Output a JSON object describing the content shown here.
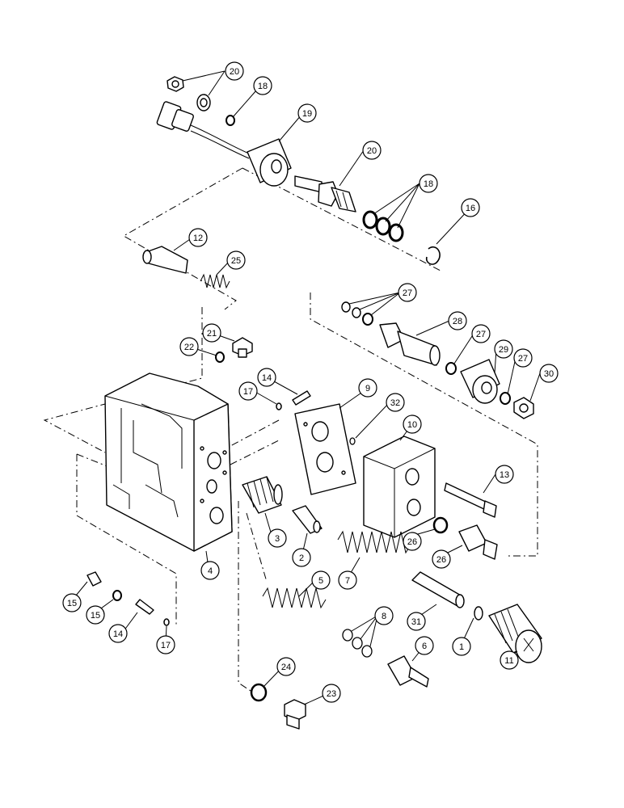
{
  "diagram": {
    "colors": {
      "line": "#000000",
      "background": "#ffffff"
    },
    "callouts": [
      {
        "id": "c20a",
        "label": "20"
      },
      {
        "id": "c18a",
        "label": "18"
      },
      {
        "id": "c19",
        "label": "19"
      },
      {
        "id": "c20b",
        "label": "20"
      },
      {
        "id": "c18b",
        "label": "18"
      },
      {
        "id": "c16",
        "label": "16"
      },
      {
        "id": "c12",
        "label": "12"
      },
      {
        "id": "c25",
        "label": "25"
      },
      {
        "id": "c27a",
        "label": "27"
      },
      {
        "id": "c28",
        "label": "28"
      },
      {
        "id": "c27b",
        "label": "27"
      },
      {
        "id": "c29",
        "label": "29"
      },
      {
        "id": "c27c",
        "label": "27"
      },
      {
        "id": "c30",
        "label": "30"
      },
      {
        "id": "c21",
        "label": "21"
      },
      {
        "id": "c22",
        "label": "22"
      },
      {
        "id": "c14a",
        "label": "14"
      },
      {
        "id": "c17a",
        "label": "17"
      },
      {
        "id": "c9",
        "label": "9"
      },
      {
        "id": "c32",
        "label": "32"
      },
      {
        "id": "c10",
        "label": "10"
      },
      {
        "id": "c13",
        "label": "13"
      },
      {
        "id": "c3",
        "label": "3"
      },
      {
        "id": "c2",
        "label": "2"
      },
      {
        "id": "c26a",
        "label": "26"
      },
      {
        "id": "c26b",
        "label": "26"
      },
      {
        "id": "c4",
        "label": "4"
      },
      {
        "id": "c7",
        "label": "7"
      },
      {
        "id": "c5",
        "label": "5"
      },
      {
        "id": "c15a",
        "label": "15"
      },
      {
        "id": "c15b",
        "label": "15"
      },
      {
        "id": "c14b",
        "label": "14"
      },
      {
        "id": "c17b",
        "label": "17"
      },
      {
        "id": "c8",
        "label": "8"
      },
      {
        "id": "c31",
        "label": "31"
      },
      {
        "id": "c1",
        "label": "1"
      },
      {
        "id": "c11",
        "label": "11"
      },
      {
        "id": "c6",
        "label": "6"
      },
      {
        "id": "c24",
        "label": "24"
      },
      {
        "id": "c23",
        "label": "23"
      }
    ]
  }
}
